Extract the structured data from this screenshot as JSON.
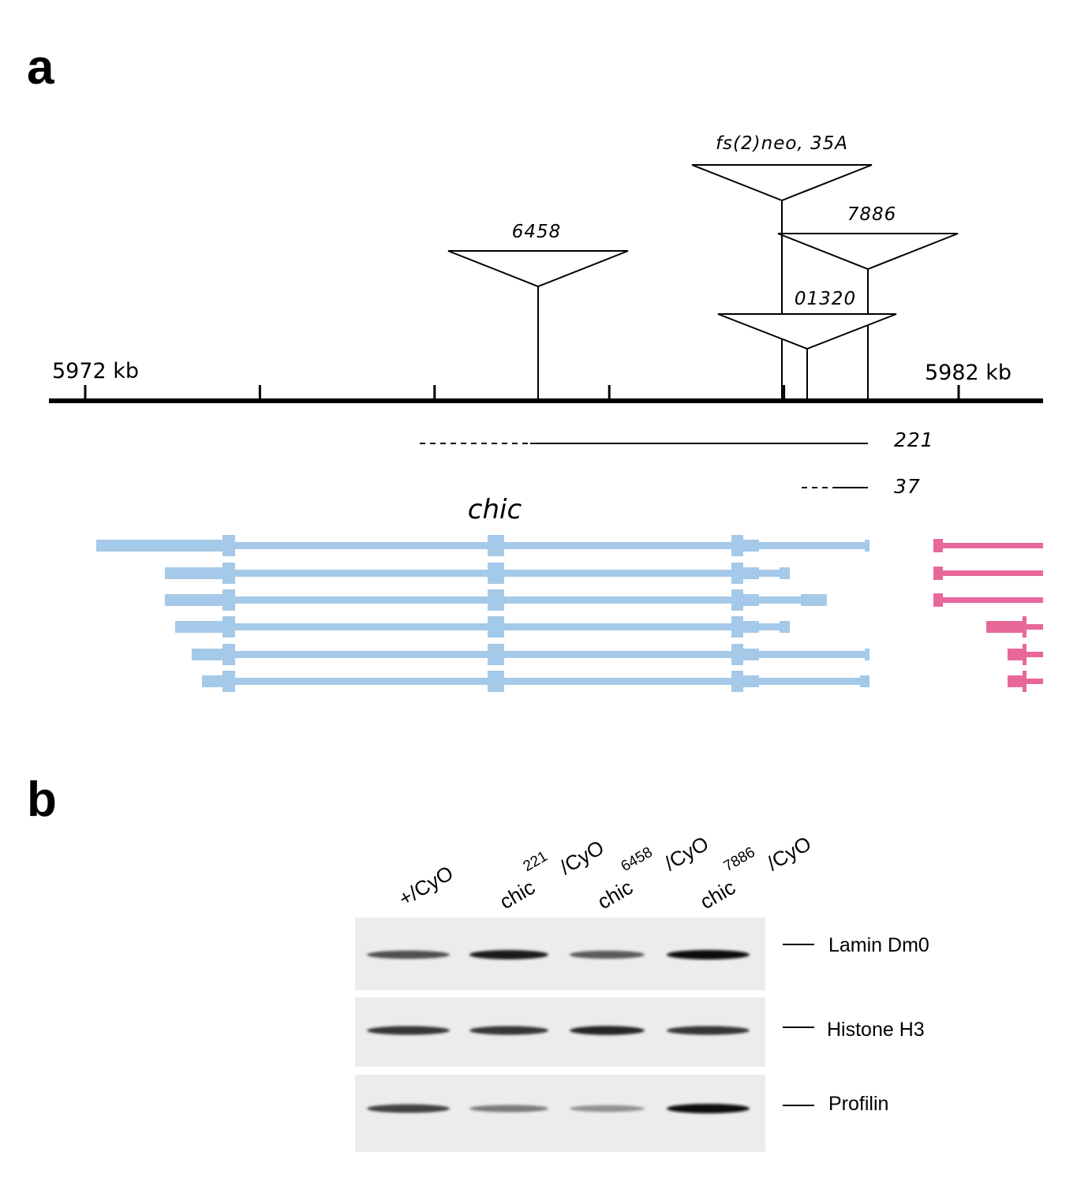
{
  "panel_a": {
    "label": "a",
    "scale": {
      "left_label": "5972 kb",
      "right_label": "5982 kb",
      "tick_count": 6
    },
    "insertions": [
      {
        "name": "fs(2)neo, 35A"
      },
      {
        "name": "7886"
      },
      {
        "name": "6458"
      },
      {
        "name": "01320"
      }
    ],
    "deletions": [
      {
        "name": "221"
      },
      {
        "name": "37"
      }
    ],
    "gene": {
      "name": "chic",
      "transcript_count": 6,
      "neighbor_transcript_count": 6
    },
    "colors": {
      "chic": "#a5c9e8",
      "neighbor": "#e8689a",
      "line": "#000000"
    }
  },
  "panel_b": {
    "label": "b",
    "lanes": [
      {
        "base": "+/CyO",
        "sup": "",
        "suffix": ""
      },
      {
        "base": "chic",
        "sup": "221",
        "suffix": "/CyO"
      },
      {
        "base": "chic",
        "sup": "6458",
        "suffix": "/CyO"
      },
      {
        "base": "chic",
        "sup": "7886",
        "suffix": "/CyO"
      }
    ],
    "blots": [
      {
        "antibody": "Lamin Dm0",
        "intensities": [
          0.75,
          0.95,
          0.7,
          1.0
        ]
      },
      {
        "antibody": "Histone H3",
        "intensities": [
          0.85,
          0.85,
          0.9,
          0.85
        ]
      },
      {
        "antibody": "Profilin",
        "intensities": [
          0.8,
          0.55,
          0.45,
          1.0
        ]
      }
    ]
  }
}
